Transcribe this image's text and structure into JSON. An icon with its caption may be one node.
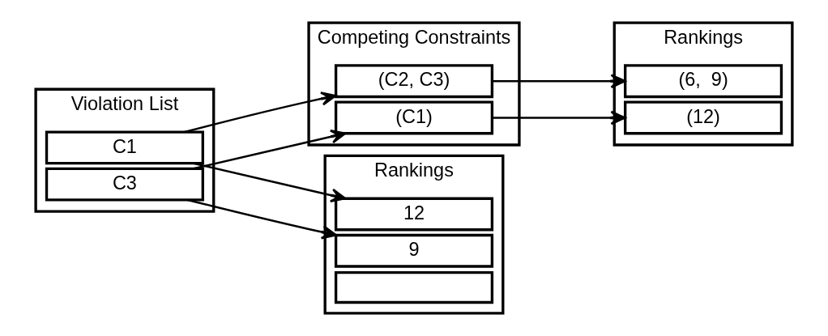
{
  "diagram": {
    "nodes": [
      {
        "text": [
          "Violation List"
        ]
      },
      {
        "text": [
          "C1"
        ],
        "in": 0
      },
      {
        "text": [
          "C3"
        ],
        "in": 0
      },
      {
        "text": [
          "Competing Constraints"
        ]
      },
      {
        "text": [
          "(C2, C3)"
        ],
        "in": 3
      },
      {
        "text": [
          "(C1)"
        ],
        "in": 3
      },
      {
        "text": [
          "Rankings"
        ]
      },
      {
        "text": [
          "(6,  9)"
        ],
        "in": 6
      },
      {
        "text": [
          "(12)"
        ],
        "in": 6
      },
      {
        "text": [
          "Rankings"
        ]
      },
      {
        "text": [
          "12"
        ],
        "in": 9
      },
      {
        "text": [
          "9"
        ],
        "in": 9
      },
      {
        "text": [],
        "shape": "box",
        "in": 9
      }
    ],
    "edges": [
      {
        "from": 1,
        "to": 4,
        "arrow": "to"
      },
      {
        "from": 2,
        "to": 5,
        "arrow": "to"
      },
      {
        "from": 4,
        "to": 7,
        "arrow": "to"
      },
      {
        "from": 5,
        "to": 8,
        "arrow": "to"
      },
      {
        "from": 1,
        "to": 10,
        "arrow": "to"
      },
      {
        "from": 2,
        "to": 11,
        "arrow": "to"
      }
    ]
  }
}
